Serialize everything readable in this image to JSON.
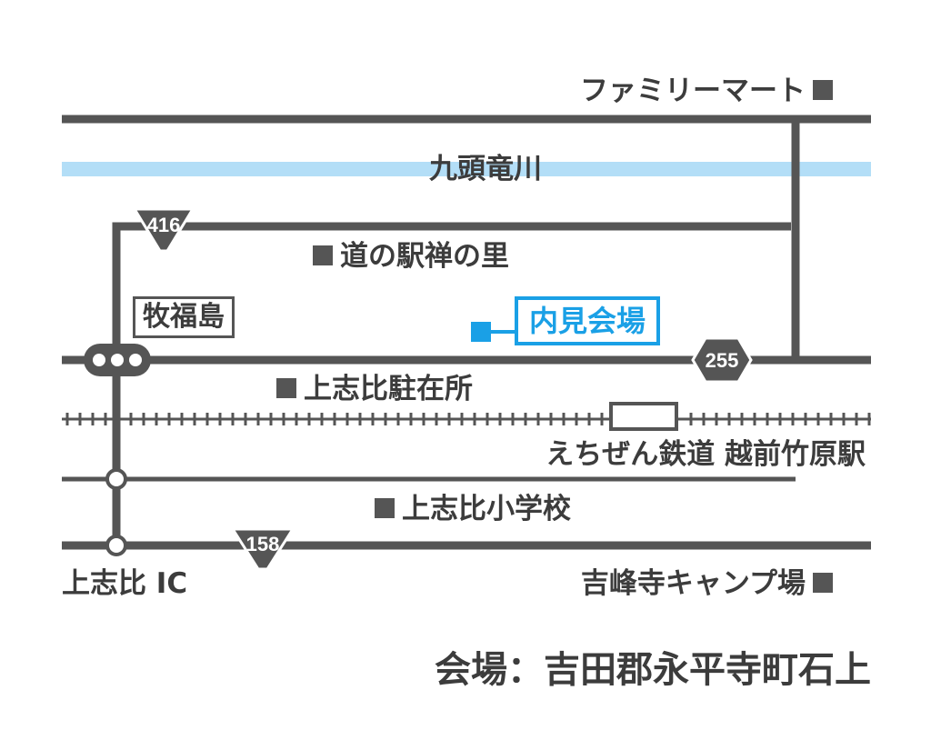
{
  "colors": {
    "road": "#555555",
    "river": "#b3def7",
    "accent": "#1aa0e6",
    "text": "#3c3c3c"
  },
  "labels": {
    "family_mart": "ファミリーマート",
    "river": "九頭竜川",
    "michi_no_eki": "道の駅禅の里",
    "makifukushima": "牧福島",
    "venue": "内見会場",
    "kamishihi_office": "上志比駐在所",
    "railway": "えちぜん鉄道 越前竹原駅",
    "kamishihi_school": "上志比小学校",
    "kamishihi_ic": "上志比 IC",
    "kitchen_camp": "吉峰寺キャンプ場"
  },
  "routes": {
    "r416": "416",
    "r255": "255",
    "r158": "158"
  },
  "address": "会場：吉田郡永平寺町石上",
  "icons": {
    "poi": "square-marker-icon",
    "signal": "traffic-signal-icon",
    "venue": "venue-marker-icon"
  }
}
